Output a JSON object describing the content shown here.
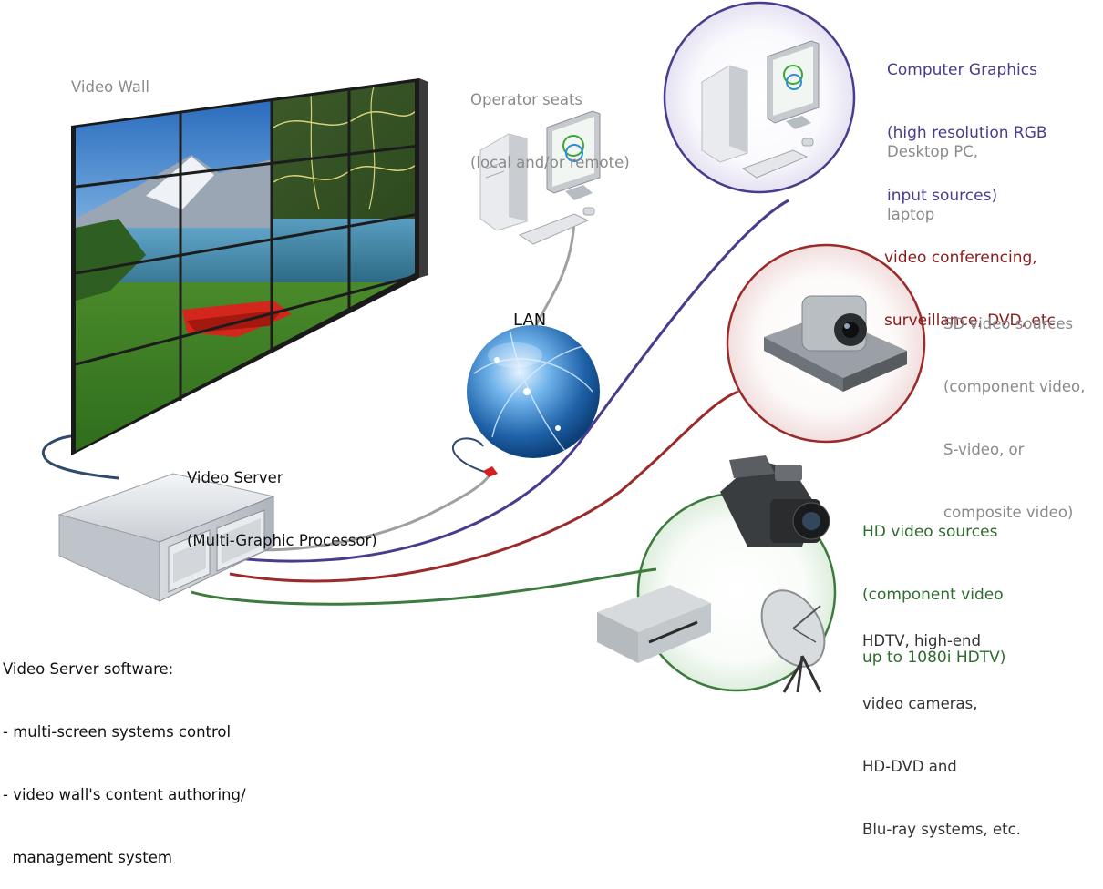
{
  "title": "Video wall system diagram",
  "labels": {
    "video_wall": "Video Wall",
    "operator_seats": [
      "Operator seats",
      "(local and/or remote)"
    ],
    "computer_graphics": [
      "Computer Graphics",
      "(high resolution RGB",
      "input sources)"
    ],
    "desktop_pc": [
      "Desktop PC,",
      "laptop"
    ],
    "video_conf": [
      "video conferencing,",
      "surveillance, DVD, etc."
    ],
    "sd_sources": [
      "SD video sources",
      "(component video,",
      "S-video, or",
      "composite video)"
    ],
    "lan": "LAN",
    "video_server": [
      "Video Server",
      "(Multi-Graphic Processor)"
    ],
    "hd_sources": [
      "HD video sources",
      "(component video",
      "up to 1080i HDTV)"
    ],
    "hdtv": [
      "HDTV, high-end",
      "video cameras,",
      "HD-DVD and",
      "Blu-ray systems, etc."
    ],
    "software": [
      "Video Server software:",
      "- multi-screen systems control",
      "- video wall's content authoring/",
      "  management system"
    ]
  },
  "colors": {
    "purple_circle": "#4b3b8c",
    "red_circle": "#9b2a2a",
    "green_circle": "#3d7a3d",
    "cable_gray": "#a0a0a0",
    "cable_blue": "#2f4a6b",
    "globe_blue": "#2a6fb3"
  }
}
